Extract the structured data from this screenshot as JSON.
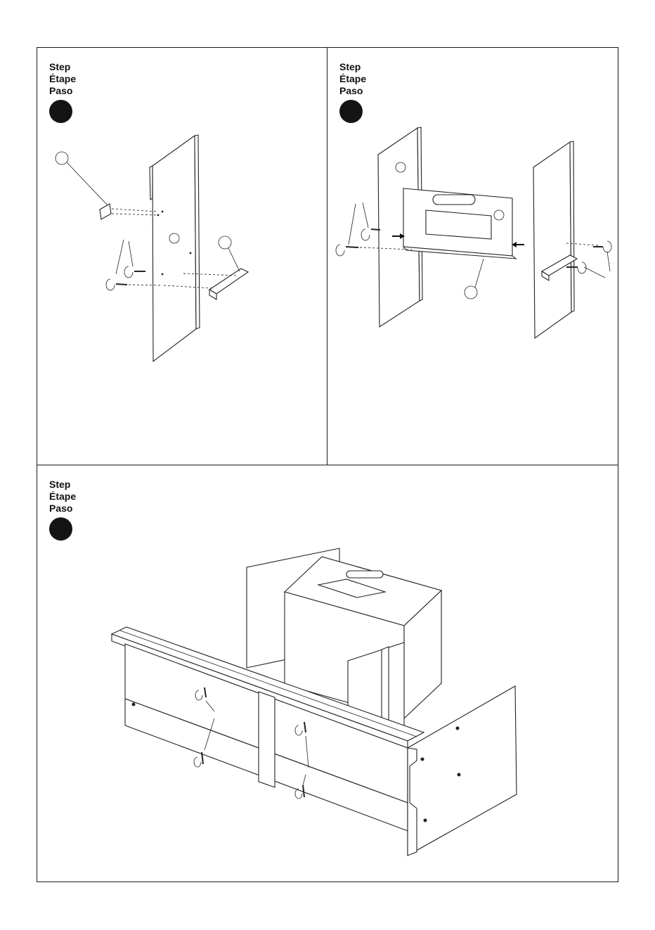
{
  "steps": [
    {
      "label_en": "Step",
      "label_fr": "Étape",
      "label_es": "Paso"
    },
    {
      "label_en": "Step",
      "label_fr": "Étape",
      "label_es": "Paso"
    },
    {
      "label_en": "Step",
      "label_fr": "Étape",
      "label_es": "Paso"
    }
  ],
  "colors": {
    "ink": "#1a1a1a",
    "paper": "#ffffff"
  }
}
